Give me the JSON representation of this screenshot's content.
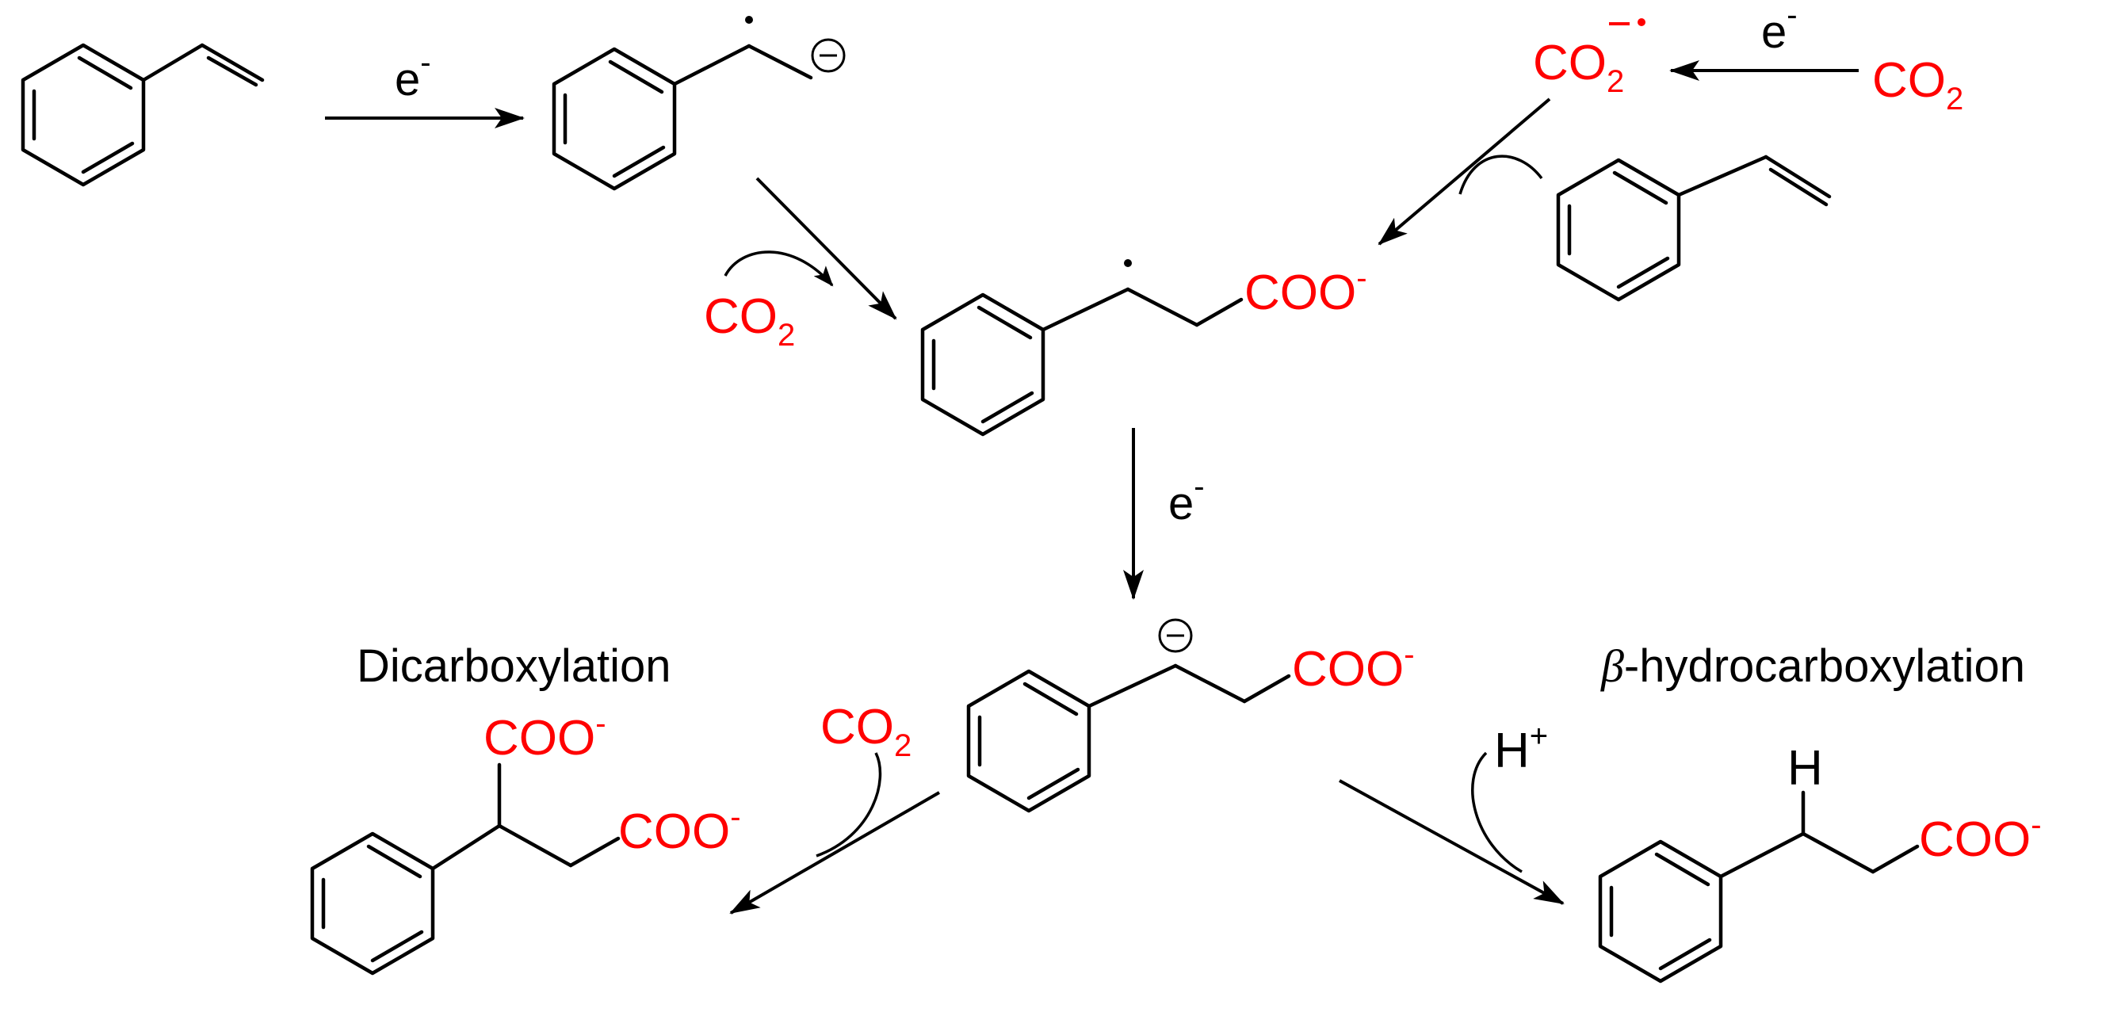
{
  "colors": {
    "reagent": "#ff0000",
    "structure": "#000000"
  },
  "labels": {
    "electron_e": "e",
    "electron_charge": "-",
    "co2_main": "CO",
    "co2_sub": "2",
    "carboxylate_main": "COO",
    "carboxylate_charge": "-",
    "radical_anion_charge": "−",
    "radical_dot": "•",
    "anion_charge": "−",
    "proton_main": "H",
    "proton_charge": "+",
    "hydrogen": "H",
    "beta_symbol": "β",
    "beta_suffix": "-hydrocarboxylation",
    "dicarboxylation": "Dicarboxylation"
  }
}
